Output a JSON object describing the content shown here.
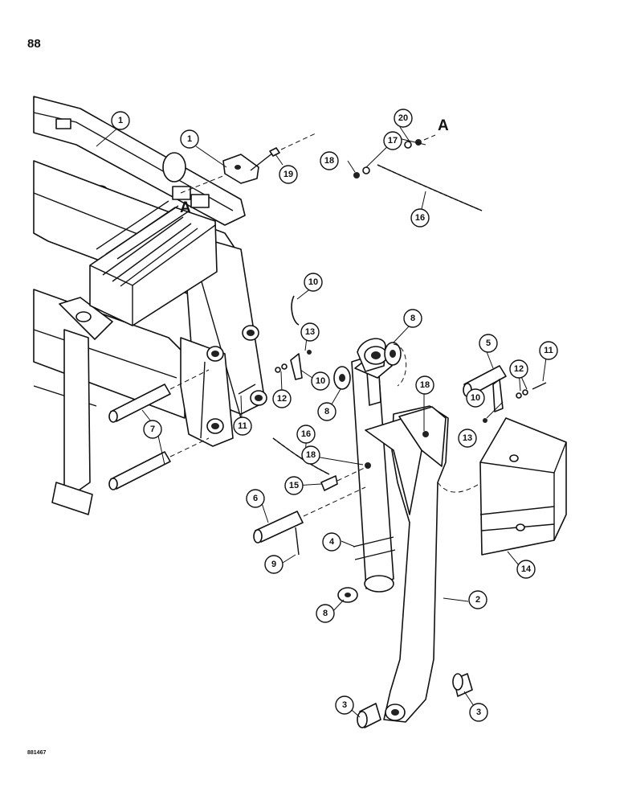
{
  "page": {
    "number": "88",
    "drawing_code": "881467"
  },
  "reference_letters": [
    "A",
    "A"
  ],
  "callouts": [
    "1",
    "1",
    "19",
    "20",
    "17",
    "18",
    "16",
    "10",
    "8",
    "13",
    "5",
    "11",
    "12",
    "10",
    "18",
    "10",
    "12",
    "11",
    "8",
    "7",
    "18",
    "13",
    "16",
    "15",
    "6",
    "4",
    "9",
    "8",
    "2",
    "14",
    "3",
    "3"
  ],
  "parts": [
    {
      "id": "frame",
      "icon": "loader-frame-icon"
    },
    {
      "id": "step",
      "icon": "step-icon"
    },
    {
      "id": "mount-bracket",
      "icon": "bracket-icon"
    },
    {
      "id": "chain",
      "icon": "chain-icon"
    },
    {
      "id": "cylinder",
      "icon": "hydraulic-cylinder-icon"
    },
    {
      "id": "stabilizer-arm",
      "icon": "stabilizer-arm-icon"
    },
    {
      "id": "stabilizer-pad",
      "icon": "stabilizer-pad-icon"
    },
    {
      "id": "pins",
      "icon": "pin-icon"
    },
    {
      "id": "bushings",
      "icon": "bushing-icon"
    }
  ]
}
